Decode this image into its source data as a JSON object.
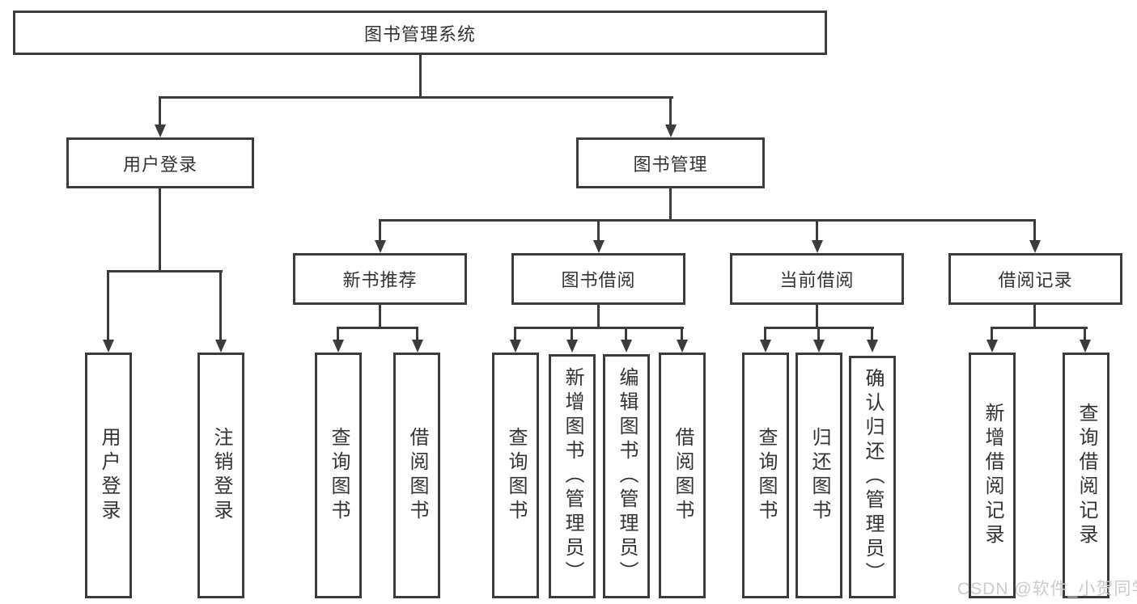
{
  "diagram": {
    "root": "图书管理系统",
    "level2": {
      "user_login": "用户登录",
      "book_mgmt": "图书管理"
    },
    "level3": {
      "new_book_rec": "新书推荐",
      "book_borrow": "图书借阅",
      "current_borrow": "当前借阅",
      "borrow_records": "借阅记录"
    },
    "leaves": {
      "user_login": [
        "用户登录",
        "注销登录"
      ],
      "new_book_rec": [
        "查询图书",
        "借阅图书"
      ],
      "book_borrow": [
        "查询图书",
        "新增图书（管理员）",
        "编辑图书（管理员）",
        "借阅图书"
      ],
      "current_borrow": [
        "查询图书",
        "归还图书",
        "确认归还（管理员）"
      ],
      "borrow_records": [
        "新增借阅记录",
        "查询借阅记录"
      ]
    }
  },
  "watermark": "CSDN @软件_小贺同学",
  "colors": {
    "line": "#3c3c3c",
    "text": "#333333",
    "watermark": "#cccccc",
    "background": "#ffffff"
  }
}
